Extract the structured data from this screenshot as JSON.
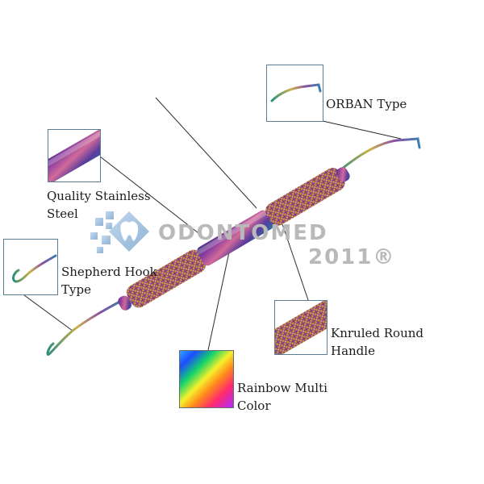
{
  "watermark": {
    "brand": "ODONTOMED",
    "year": "2011®"
  },
  "callouts": {
    "orban": {
      "line1": "ORBAN Type"
    },
    "steel": {
      "line1": "Quality Stainless",
      "line2": "Steel"
    },
    "shepherd": {
      "line1": "Shepherd Hook",
      "line2": "Type"
    },
    "handle": {
      "line1": "Knruled Round",
      "line2": "Handle"
    },
    "rainbow": {
      "line1": "Rainbow Multi",
      "line2": "Color"
    }
  },
  "colors": {
    "inset_border": "#5a7d96",
    "leader_line": "#2a2a2a",
    "watermark": "#b9b9b9",
    "instrument_gold": "#c9a24a",
    "instrument_purple": "#7a2f8f"
  }
}
